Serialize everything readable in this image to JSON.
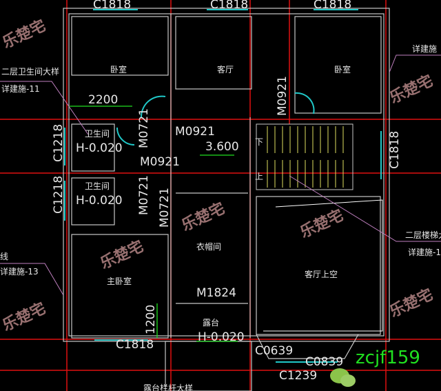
{
  "windows": {
    "top_left": "C1818",
    "top_mid": "C1818",
    "top_right": "C1818",
    "left_bath1": "C1218",
    "left_bath2": "C1218",
    "right_stair": "C1818",
    "master": "C1818",
    "bay_left": "C0639",
    "bay_mid": "C1239",
    "bay_right": "C0839"
  },
  "doors": {
    "m0921_a": "M0921",
    "m0921_b": "M0921",
    "m0921_c": "M0921",
    "m0721_a": "M0721",
    "m0721_b": "M0721",
    "m0721_c": "M0721",
    "m1824": "M1824"
  },
  "rooms": {
    "bedroom_left": "卧室",
    "living": "客厅",
    "bedroom_right": "卧室",
    "bath1": "卫生间",
    "bath2": "卫生间",
    "master": "主卧室",
    "closet": "衣帽间",
    "living_void": "客厅上空",
    "terrace": "露台"
  },
  "levels": {
    "bath1": "H-0.020",
    "bath2": "H-0.020",
    "hall": "3.600",
    "terrace": "H-0.020"
  },
  "dimensions": {
    "bed_width": "2200",
    "master_dim": "1200"
  },
  "stairs": {
    "down": "下",
    "up": "上"
  },
  "callouts": {
    "bath_detail_1": "二层卫生间大样",
    "bath_detail_2": "详建施-11",
    "stair_detail_1": "二层楼梯大",
    "stair_detail_2": "详建施-1",
    "left_lower_1": "线",
    "left_lower_2": "详建施-13",
    "top_right": "详建施",
    "bottom": "露台栏杆大样"
  },
  "watermark": "乐楚宅",
  "contact": "zcjf159",
  "colors": {
    "wall": "#c8c8c8",
    "axis": "#e01010",
    "window": "#20c8c8",
    "dim": "#20e020",
    "callout": "#c080c0",
    "stair": "#e0e060"
  }
}
